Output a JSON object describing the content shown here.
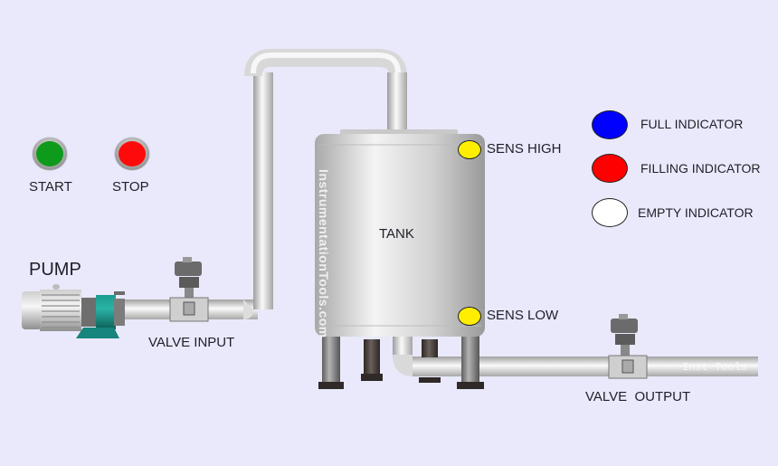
{
  "controls": {
    "start": {
      "label": "START",
      "color": "#0e9a1a"
    },
    "stop": {
      "label": "STOP",
      "color": "#ff0a0a"
    }
  },
  "equipment": {
    "pump_label": "PUMP",
    "valve_input_label": "VALVE INPUT",
    "valve_output_label": "VALVE  OUTPUT",
    "tank_label": "TANK",
    "tank_watermark": "InstrumentationTools.com",
    "pipe_watermark": "Inst Tools"
  },
  "sensors": [
    {
      "label": "SENS HIGH",
      "color": "#ffee00"
    },
    {
      "label": "SENS LOW",
      "color": "#ffee00"
    }
  ],
  "legend": [
    {
      "label": "FULL INDICATOR",
      "color": "#0000ff"
    },
    {
      "label": "FILLING INDICATOR",
      "color": "#ff0000"
    },
    {
      "label": "EMPTY INDICATOR",
      "color": "#ffffff"
    }
  ],
  "colors": {
    "background": "#e9e9fb",
    "pump_teal": "#16857c"
  }
}
